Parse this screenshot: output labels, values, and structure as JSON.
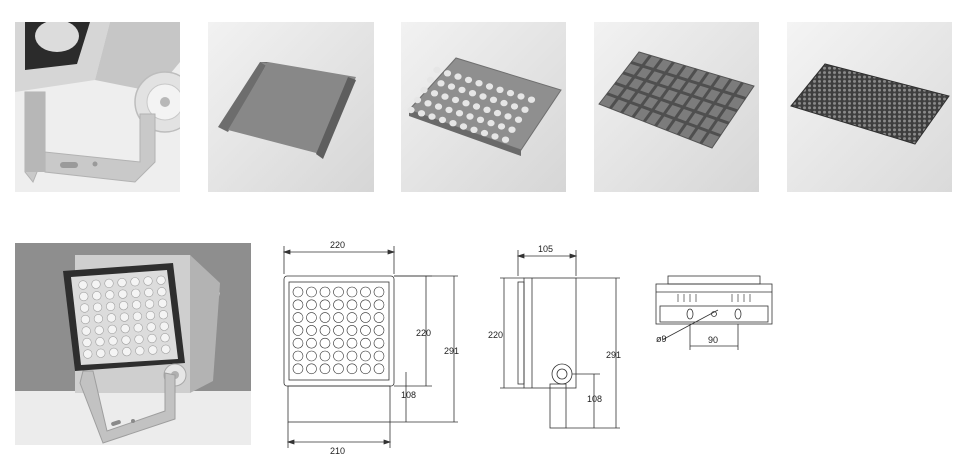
{
  "accessories": [
    {
      "id": "bracket"
    },
    {
      "id": "glare-shield"
    },
    {
      "id": "perforated-louver"
    },
    {
      "id": "grid-louver"
    },
    {
      "id": "honeycomb-louver"
    }
  ],
  "front_drawing": {
    "width_top": "220",
    "width_bottom": "210",
    "height_inner": "220",
    "height_total": "291",
    "bracket_drop": "108"
  },
  "side_drawing": {
    "depth": "105",
    "height_inner": "220",
    "height_total": "291",
    "bracket_drop": "108"
  },
  "bottom_drawing": {
    "hole_dia": "ø9",
    "hole_spacing": "90"
  }
}
